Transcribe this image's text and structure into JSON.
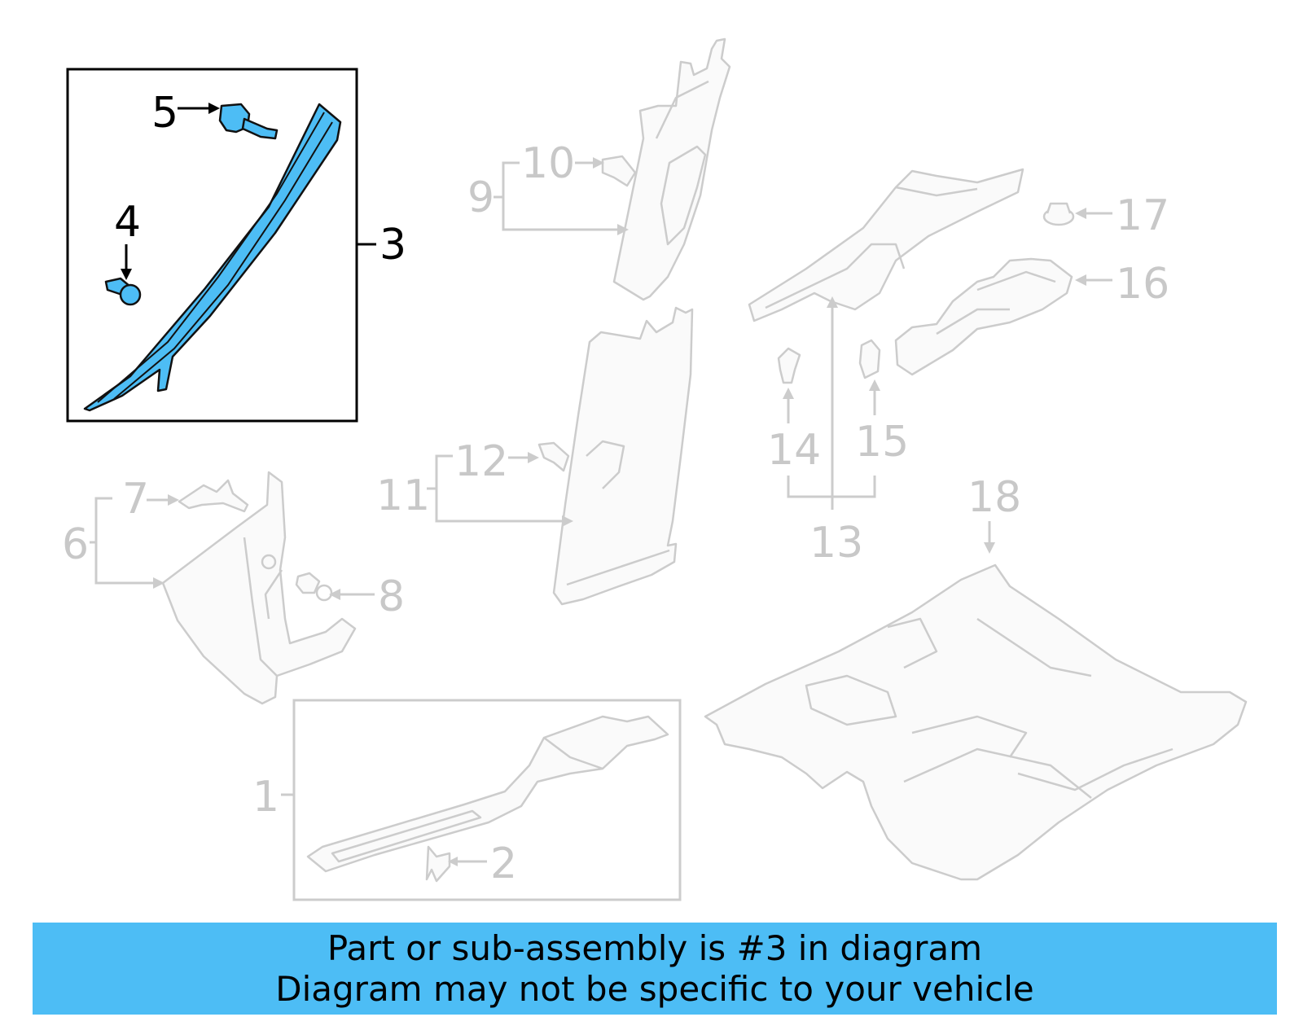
{
  "callouts": {
    "c1": "1",
    "c2": "2",
    "c3": "3",
    "c4": "4",
    "c5": "5",
    "c6": "6",
    "c7": "7",
    "c8": "8",
    "c9": "9",
    "c10": "10",
    "c11": "11",
    "c12": "12",
    "c13": "13",
    "c14": "14",
    "c15": "15",
    "c16": "16",
    "c17": "17",
    "c18": "18"
  },
  "highlighted_part": "3",
  "banner": {
    "line1": "Part or sub-assembly is #3 in diagram",
    "line2": "Diagram may not be specific to your vehicle"
  },
  "colors": {
    "highlight": "#4dbdf5",
    "banner": "#4dbdf5",
    "muted": "#cccccc"
  }
}
